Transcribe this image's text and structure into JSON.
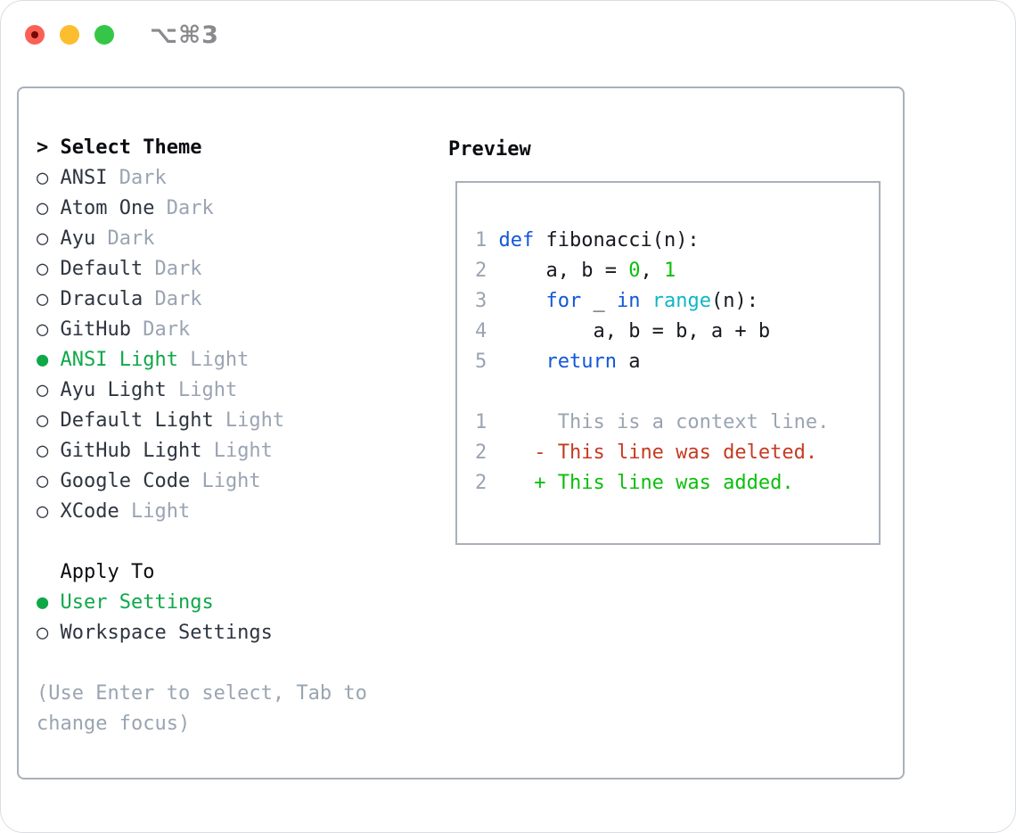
{
  "window": {
    "title": "⌥⌘3",
    "buttons": [
      "close",
      "minimize",
      "zoom"
    ]
  },
  "palette": {
    "card-border": "#dadee4",
    "box-border": "#a9b0bb",
    "title-gray": "#8a8a8e",
    "traffic-red": "#f96156",
    "traffic-red-dot": "#750a02",
    "traffic-yellow": "#fcbd2f",
    "traffic-green": "#35c648",
    "text-dark": "#2e3540",
    "text-black": "#0a0c10",
    "code-text": "#16191f",
    "gray": "#9aa4b2",
    "green-select": "#0fa849",
    "green-bright": "#0bbf0b",
    "blue-keyword": "#1257d9",
    "cyan-builtin": "#10b6c6",
    "red-deleted": "#c53b22"
  },
  "theme_panel": {
    "header": {
      "marker": ">",
      "label": "Select Theme"
    },
    "unselected_marker": "○",
    "selected_marker": "●",
    "themes": [
      {
        "name": "ANSI",
        "variant": "Dark",
        "selected": false
      },
      {
        "name": "Atom One",
        "variant": "Dark",
        "selected": false
      },
      {
        "name": "Ayu",
        "variant": "Dark",
        "selected": false
      },
      {
        "name": "Default",
        "variant": "Dark",
        "selected": false
      },
      {
        "name": "Dracula",
        "variant": "Dark",
        "selected": false
      },
      {
        "name": "GitHub",
        "variant": "Dark",
        "selected": false
      },
      {
        "name": "ANSI Light",
        "variant": "Light",
        "selected": true
      },
      {
        "name": "Ayu Light",
        "variant": "Light",
        "selected": false
      },
      {
        "name": "Default Light",
        "variant": "Light",
        "selected": false
      },
      {
        "name": "GitHub Light",
        "variant": "Light",
        "selected": false
      },
      {
        "name": "Google Code",
        "variant": "Light",
        "selected": false
      },
      {
        "name": "XCode",
        "variant": "Light",
        "selected": false
      }
    ],
    "apply_to": {
      "label": "Apply To",
      "options": [
        {
          "name": "User Settings",
          "selected": true
        },
        {
          "name": "Workspace Settings",
          "selected": false
        }
      ]
    },
    "help_lines": [
      "(Use Enter to select, Tab to",
      "change focus)"
    ]
  },
  "preview": {
    "label": "Preview",
    "lines": [
      {
        "num": "1",
        "tokens": [
          {
            "t": " ",
            "c": "text"
          },
          {
            "t": "def",
            "c": "keyword"
          },
          {
            "t": " fibonacci(n):",
            "c": "text"
          }
        ]
      },
      {
        "num": "2",
        "tokens": [
          {
            "t": "     a, b = ",
            "c": "text"
          },
          {
            "t": "0",
            "c": "number"
          },
          {
            "t": ", ",
            "c": "text"
          },
          {
            "t": "1",
            "c": "number"
          }
        ]
      },
      {
        "num": "3",
        "tokens": [
          {
            "t": "     ",
            "c": "text"
          },
          {
            "t": "for",
            "c": "keyword"
          },
          {
            "t": " _ ",
            "c": "text"
          },
          {
            "t": "in",
            "c": "keyword"
          },
          {
            "t": " ",
            "c": "text"
          },
          {
            "t": "range",
            "c": "builtin"
          },
          {
            "t": "(n):",
            "c": "text"
          }
        ]
      },
      {
        "num": "4",
        "tokens": [
          {
            "t": "         a, b = b, a + b",
            "c": "text"
          }
        ]
      },
      {
        "num": "5",
        "tokens": [
          {
            "t": "     ",
            "c": "text"
          },
          {
            "t": "return",
            "c": "keyword"
          },
          {
            "t": " a",
            "c": "text"
          }
        ]
      },
      {
        "num": "",
        "tokens": []
      },
      {
        "num": "1",
        "tokens": [
          {
            "t": "      This is a context line.",
            "c": "context"
          }
        ]
      },
      {
        "num": "2",
        "tokens": [
          {
            "t": "    ",
            "c": "text"
          },
          {
            "t": "- This line was deleted.",
            "c": "deleted"
          }
        ]
      },
      {
        "num": "2",
        "tokens": [
          {
            "t": "    ",
            "c": "text"
          },
          {
            "t": "+ This line was added.",
            "c": "added"
          }
        ]
      }
    ]
  }
}
